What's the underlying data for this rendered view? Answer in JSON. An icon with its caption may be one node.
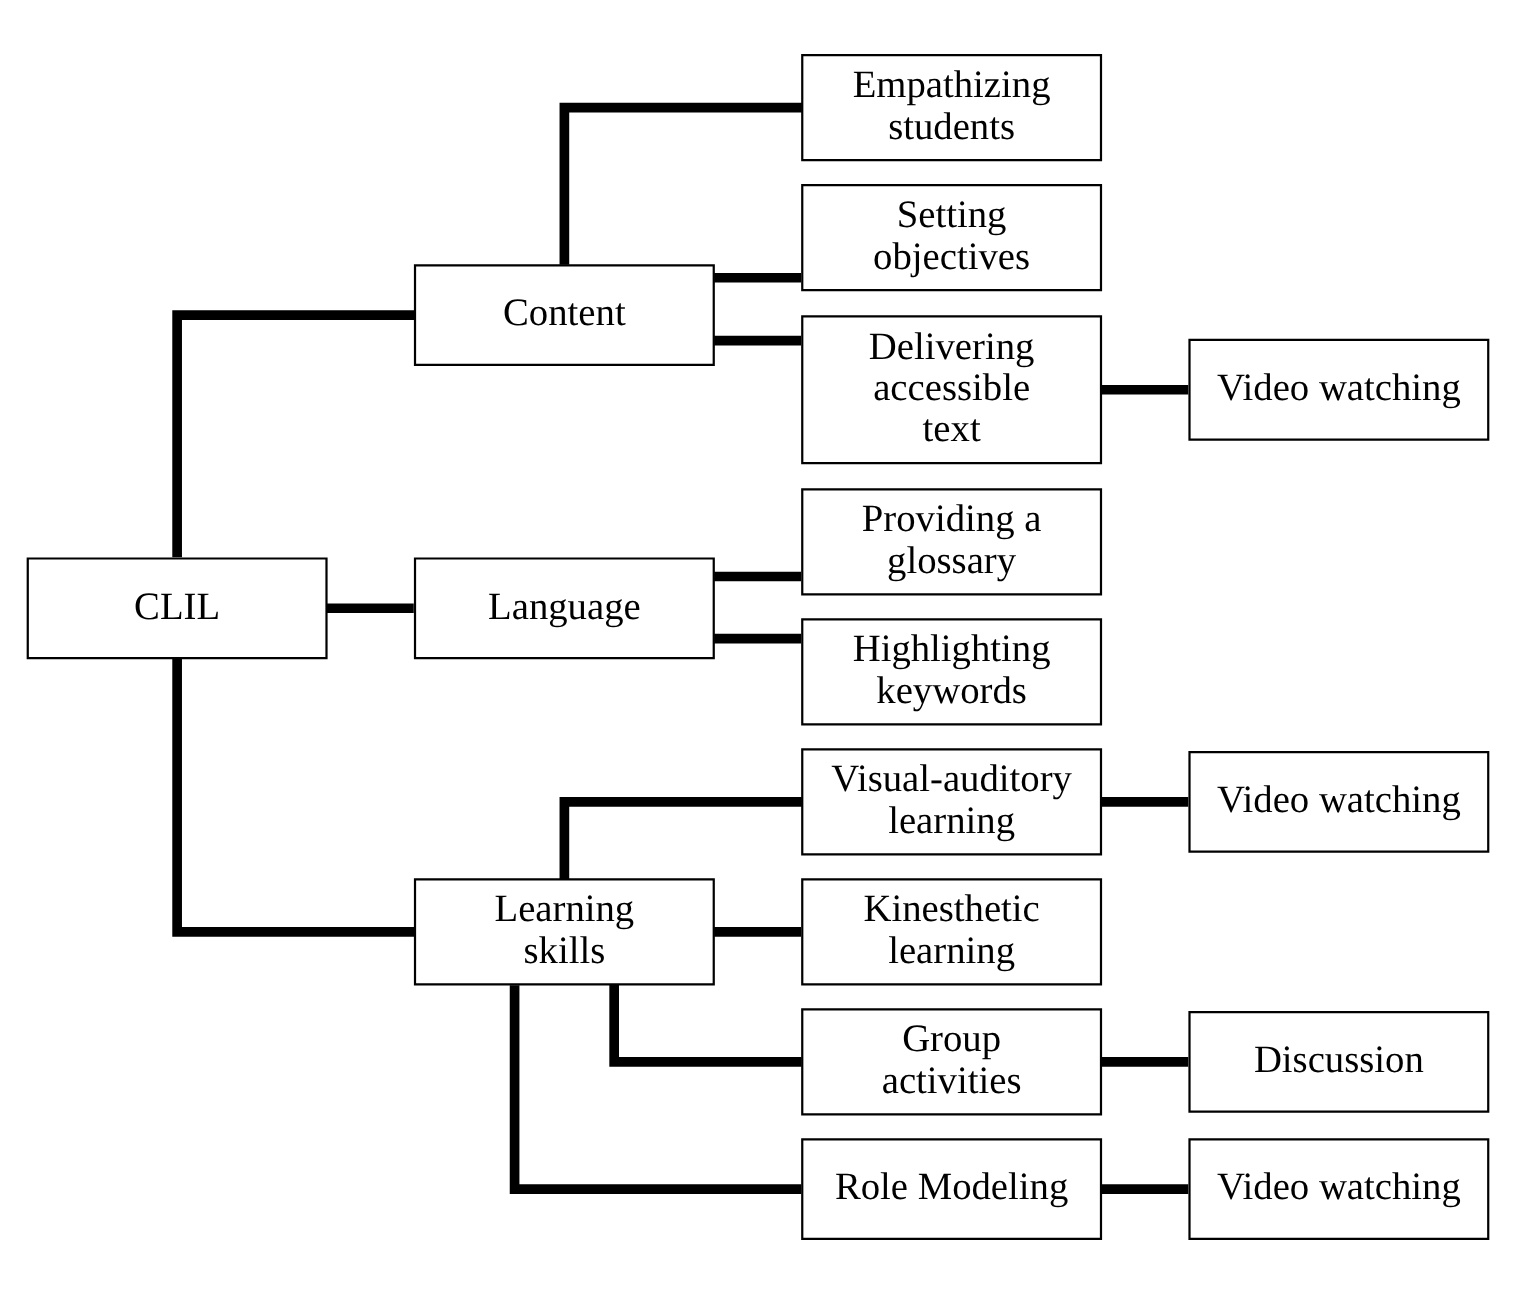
{
  "diagram": {
    "nodes": [
      {
        "text": [
          "CLIL"
        ]
      },
      {
        "text": [
          "Content"
        ]
      },
      {
        "text": [
          "Empathizing students"
        ]
      },
      {
        "text": [
          "Setting objectives"
        ]
      },
      {
        "text": [
          "Delivering accessible text"
        ]
      },
      {
        "text": [
          "Video watching"
        ]
      },
      {
        "text": [
          "Language"
        ]
      },
      {
        "text": [
          "Providing a glossary"
        ]
      },
      {
        "text": [
          "Highlighting keywords"
        ]
      },
      {
        "text": [
          "Learning skills"
        ]
      },
      {
        "text": [
          "Visual-auditory learning"
        ]
      },
      {
        "text": [
          "Video watching"
        ]
      },
      {
        "text": [
          "Kinesthetic learning"
        ]
      },
      {
        "text": [
          "Group activities"
        ]
      },
      {
        "text": [
          "Discussion"
        ]
      },
      {
        "text": [
          "Role Modeling"
        ]
      },
      {
        "text": [
          "Video watching"
        ]
      }
    ],
    "edges": [
      {
        "from": 0,
        "to": 1,
        "arrow": "none"
      },
      {
        "from": 0,
        "to": 6,
        "arrow": "none"
      },
      {
        "from": 0,
        "to": 9,
        "arrow": "none"
      },
      {
        "from": 1,
        "to": 2,
        "arrow": "none"
      },
      {
        "from": 1,
        "to": 3,
        "arrow": "none"
      },
      {
        "from": 1,
        "to": 4,
        "arrow": "none"
      },
      {
        "from": 4,
        "to": 5,
        "arrow": "none"
      },
      {
        "from": 6,
        "to": 7,
        "arrow": "none"
      },
      {
        "from": 6,
        "to": 8,
        "arrow": "none"
      },
      {
        "from": 9,
        "to": 10,
        "arrow": "none"
      },
      {
        "from": 9,
        "to": 12,
        "arrow": "none"
      },
      {
        "from": 9,
        "to": 13,
        "arrow": "none"
      },
      {
        "from": 9,
        "to": 15,
        "arrow": "none"
      },
      {
        "from": 10,
        "to": 11,
        "arrow": "none"
      },
      {
        "from": 13,
        "to": 14,
        "arrow": "none"
      },
      {
        "from": 15,
        "to": 16,
        "arrow": "none"
      }
    ]
  }
}
